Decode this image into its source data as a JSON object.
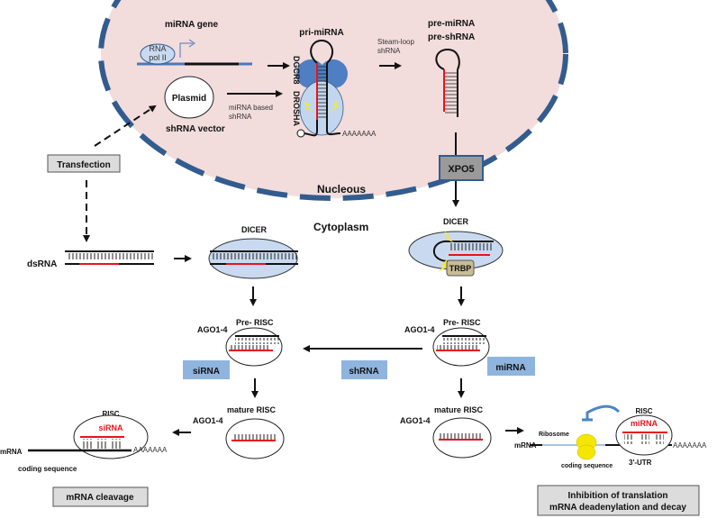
{
  "nucleus": {
    "label": "Nucleous",
    "fill": "#f2dcdc",
    "border": "#335c8e"
  },
  "cytoplasm_label": "Cytoplasm",
  "nuclear_elements": {
    "mirna_gene": "miRNA gene",
    "rna_pol": [
      "RNA",
      "pol II"
    ],
    "plasmid": "Plasmid",
    "shrna_vector": "shRNA vector",
    "mirna_based": [
      "miRNA based",
      "shRNA"
    ],
    "pri_mirna": "pri-miRNA",
    "dgcr8": "DGCR8",
    "drosha": "DROSHA",
    "polya": "AAAAAAA",
    "stem_loop": [
      "Steam-loop",
      "shRNA"
    ],
    "pre_mirna": "pre-miRNA",
    "pre_shrna": "pre-shRNA",
    "xpo5": "XPO5"
  },
  "transfection": "Transfection",
  "left_path": {
    "dsrna": "dsRNA",
    "dicer": "DICER",
    "pre_risc": "Pre- RISC",
    "ago": "AGO1-4",
    "sirna_badge": "siRNA",
    "mature_risc": "mature  RISC",
    "ago2": "AGO1-4",
    "risc": "RISC",
    "sirna_red": "siRNA",
    "mrna": "mRNA",
    "polya": "AAAAAAA",
    "coding": "coding sequence",
    "outcome": "mRNA cleavage"
  },
  "right_path": {
    "dicer": "DICER",
    "trbp": "TRBP",
    "pre_risc": "Pre- RISC",
    "ago": "AGO1-4",
    "mirna_badge": "miRNA",
    "shrna_badge": "shRNA",
    "mature_risc": "mature  RISC",
    "ago2": "AGO1-4",
    "risc": "RISC",
    "mirna_red": "miRNA",
    "ribosome": "Ribosome",
    "mrna": "mRNA",
    "polya": "AAAAAAA",
    "coding": "coding sequence",
    "utr": "3'-UTR",
    "outcome": [
      "Inhibition of translation",
      "mRNA deadenylation and decay"
    ]
  },
  "colors": {
    "badge_blue": "#8fb4de",
    "box_gray": "#dcdcdc",
    "xpo5_gray": "#9a9a9a",
    "dicer_fill": "#c9daf0",
    "drosha_fill": "#c2d6ee",
    "dgcr8_fill": "#4f7fc2",
    "trbp_fill": "#c8bc96",
    "rna_red": "#e8141b",
    "lightning": "#f5e83a",
    "ribosome": "#f5e600",
    "inhibit_blue": "#4a86c5"
  }
}
